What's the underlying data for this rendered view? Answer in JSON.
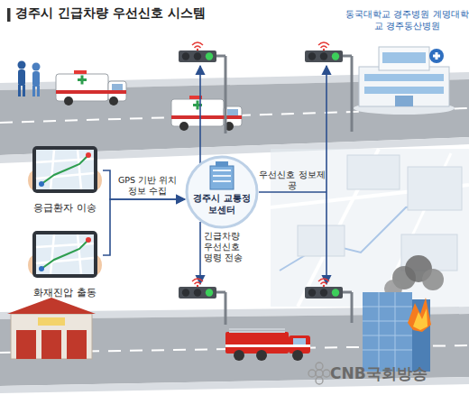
{
  "diagram": {
    "title": "경주시 긴급차량 우선신호 시스템",
    "nodes": [
      {
        "text": [
          "응급환자 이송"
        ]
      },
      {
        "text": [
          "화재진압 출동"
        ]
      },
      {
        "text": [
          "경주시 교통정보센터"
        ]
      },
      {
        "text": [
          "동국대학교 경주병원 계명대학교 경주동산병원"
        ]
      }
    ],
    "edges": [
      {
        "from": 0,
        "to": 2,
        "arrow": "to",
        "label": "GPS 기반 위치정보 수집"
      },
      {
        "from": 1,
        "to": 2,
        "arrow": "to"
      }
    ],
    "labels": [
      "우선신호 정보제공",
      "긴급차량 우선신호 명령 전송",
      "CNB국회방송"
    ]
  }
}
